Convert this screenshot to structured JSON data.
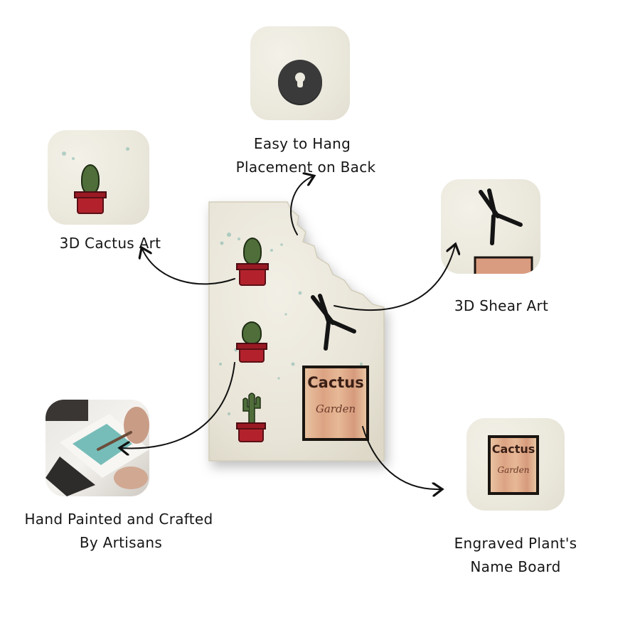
{
  "labels": {
    "hang_line1": "Easy to Hang",
    "hang_line2": "Placement on Back",
    "cactus_art": "3D Cactus Art",
    "shear_art": "3D Shear Art",
    "hand_line1": "Hand Painted and Crafted",
    "hand_line2": "By Artisans",
    "board_line1": "Engraved Plant's",
    "board_line2": "Name Board"
  },
  "nameboard": {
    "title": "Cactus",
    "subtitle": "Garden"
  },
  "colors": {
    "background": "#ffffff",
    "wood_base": "#ece9de",
    "speckle": "#3c968c",
    "pot_red": "#b3222c",
    "cactus_green": "#4f6e3a",
    "board_frame": "#1b1511"
  }
}
